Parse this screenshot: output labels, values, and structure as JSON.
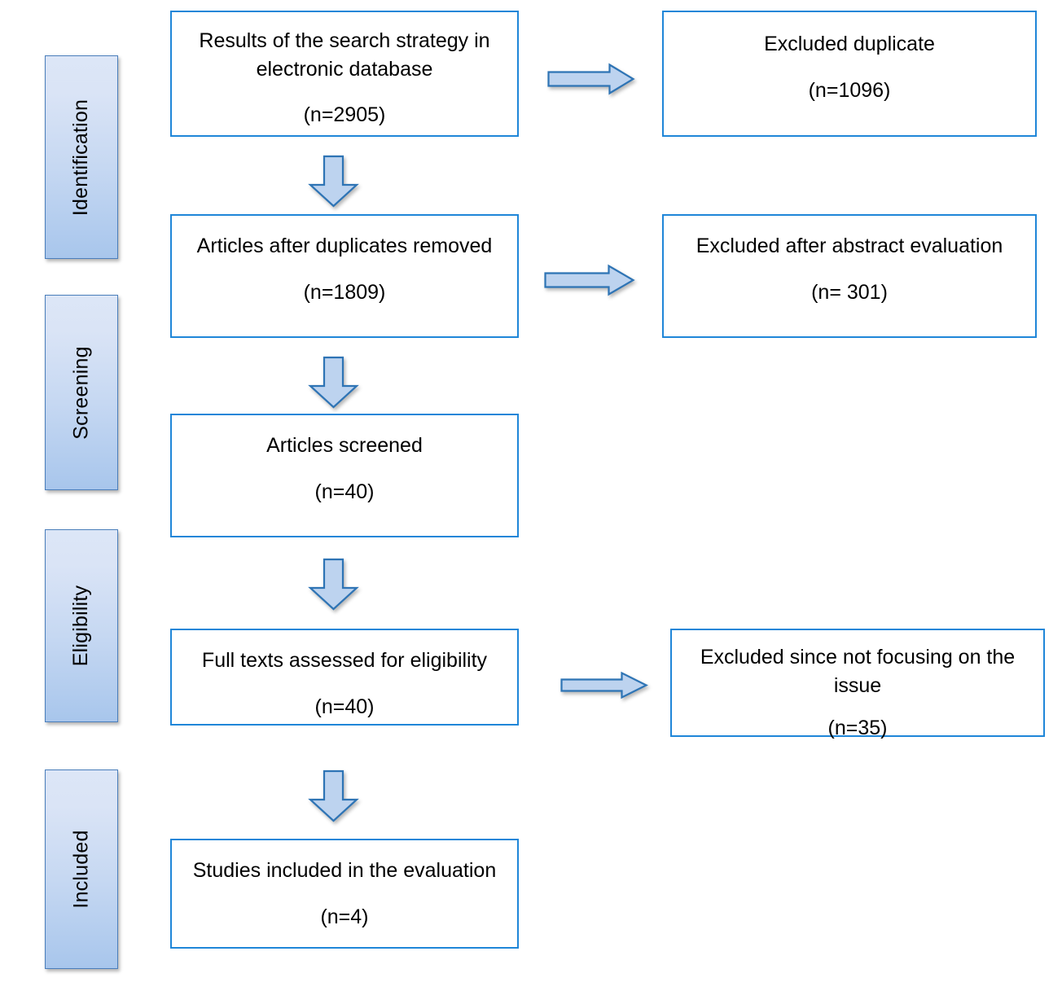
{
  "diagram": {
    "type": "prisma-flow-diagram",
    "title": "PRISMA study selection flow diagram",
    "colors": {
      "box_border": "#1f86d8",
      "stage_border": "#4a7ebb",
      "stage_fill_top": "#dce6f7",
      "stage_fill_bottom": "#a8c6ec",
      "arrow_fill": "#bdd3ef",
      "arrow_stroke": "#2e74b5",
      "background": "#ffffff",
      "text": "#000000"
    }
  },
  "stages": [
    {
      "id": "identification",
      "label": "Identification"
    },
    {
      "id": "screening",
      "label": "Screening"
    },
    {
      "id": "eligibility",
      "label": "Eligibility"
    },
    {
      "id": "included",
      "label": "Included"
    }
  ],
  "flow_boxes": {
    "records_identified": {
      "title": "Results of the search strategy in electronic database",
      "count": "(n=2905)",
      "n": 2905
    },
    "excluded_duplicate": {
      "title": "Excluded duplicate",
      "count": "(n=1096)",
      "n": 1096
    },
    "after_duplicates_removed": {
      "title": "Articles after duplicates removed",
      "count": "(n=1809)",
      "n": 1809
    },
    "excluded_abstract": {
      "title": "Excluded after abstract evaluation",
      "count": "(n= 301)",
      "n": 301
    },
    "articles_screened": {
      "title": "Articles screened",
      "count": "(n=40)",
      "n": 40
    },
    "full_texts_assessed": {
      "title": "Full texts assessed for eligibility",
      "count": "(n=40)",
      "n": 40
    },
    "excluded_not_focusing": {
      "title": "Excluded since not focusing on the issue",
      "count": "(n=35)",
      "n": 35
    },
    "studies_included": {
      "title": "Studies included in the evaluation",
      "count": "(n=4)",
      "n": 4
    }
  },
  "connectors": [
    {
      "id": "arrow-right-identification",
      "direction": "right",
      "from": "records_identified",
      "to": "excluded_duplicate"
    },
    {
      "id": "arrow-down-identification-to-screening",
      "direction": "down",
      "from": "records_identified",
      "to": "after_duplicates_removed"
    },
    {
      "id": "arrow-right-screening",
      "direction": "right",
      "from": "after_duplicates_removed",
      "to": "excluded_abstract"
    },
    {
      "id": "arrow-down-to-articles-screened",
      "direction": "down",
      "from": "after_duplicates_removed",
      "to": "articles_screened"
    },
    {
      "id": "arrow-down-to-full-texts",
      "direction": "down",
      "from": "articles_screened",
      "to": "full_texts_assessed"
    },
    {
      "id": "arrow-right-eligibility",
      "direction": "right",
      "from": "full_texts_assessed",
      "to": "excluded_not_focusing"
    },
    {
      "id": "arrow-down-to-included",
      "direction": "down",
      "from": "full_texts_assessed",
      "to": "studies_included"
    }
  ]
}
